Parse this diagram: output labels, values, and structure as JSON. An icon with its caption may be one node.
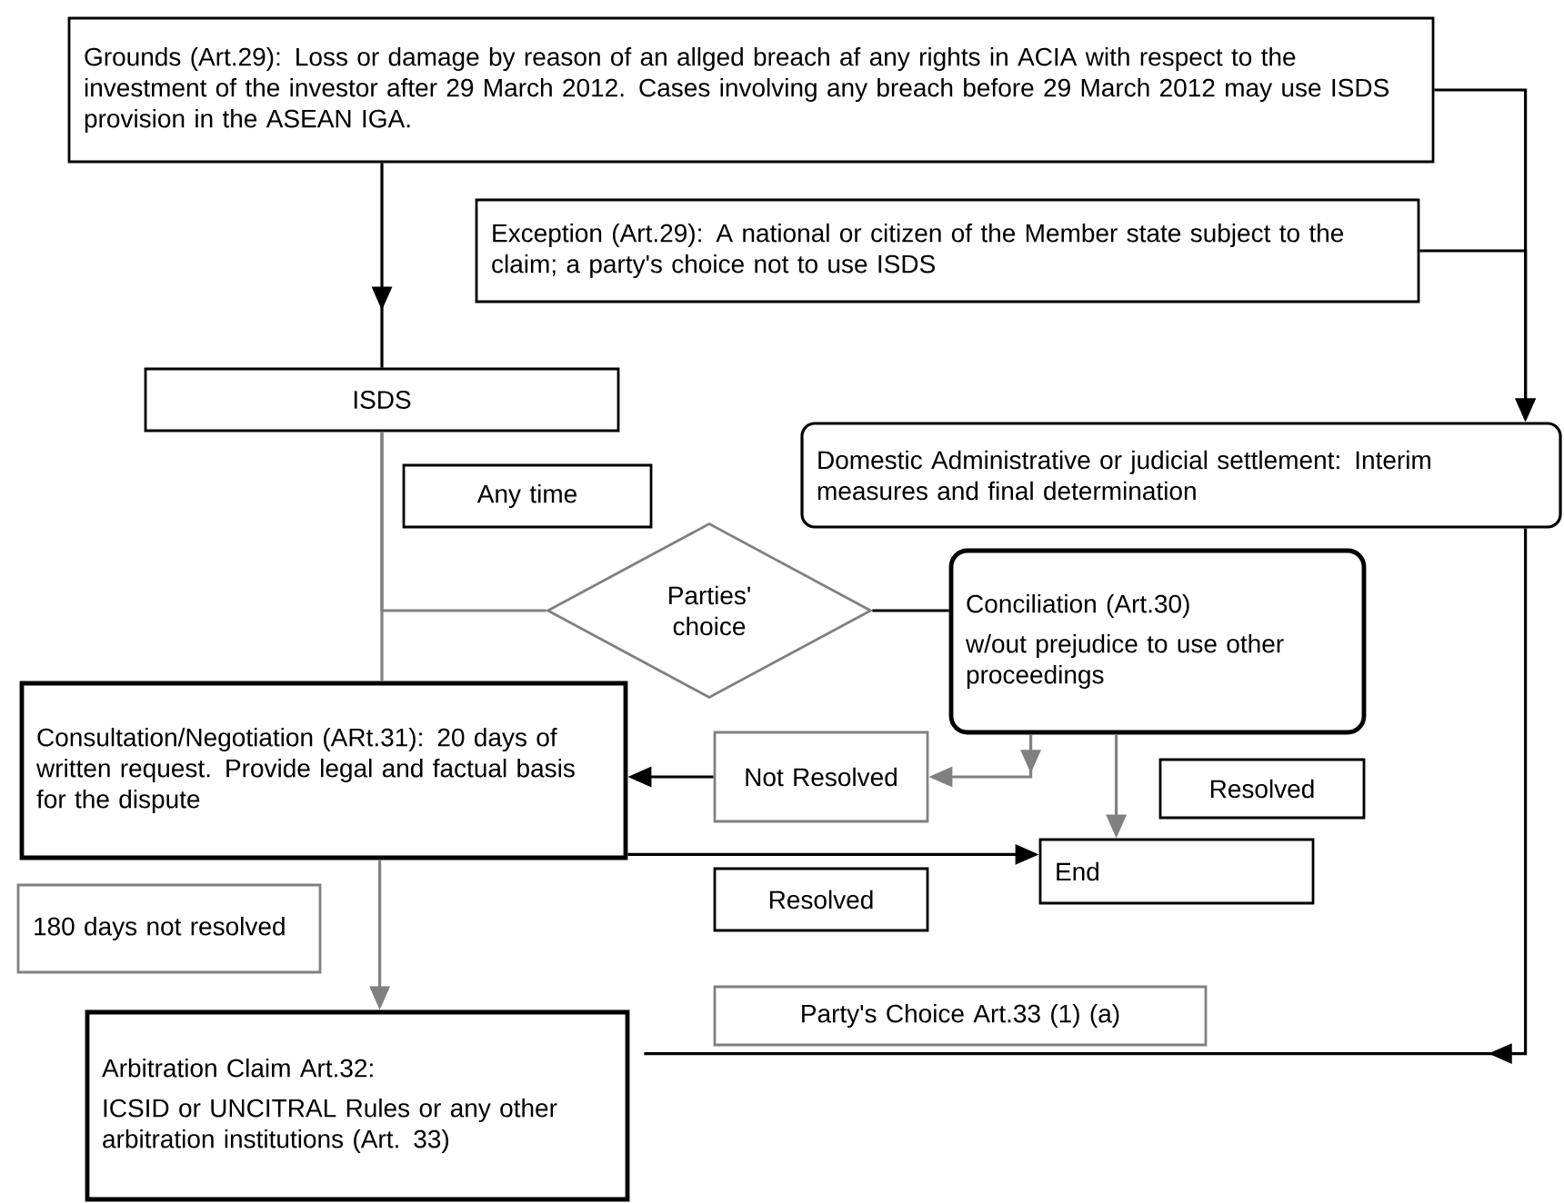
{
  "diagram": {
    "nodes": [
      {
        "text": [
          "Grounds (Art.29): Loss or damage by reason of an allged breach af any rights in ACIA with respect to the investment of the investor after 29 March 2012. Cases involving any breach before 29 March 2012 may use ISDS provision in the ASEAN IGA."
        ]
      },
      {
        "text": [
          "Exception (Art.29): A national or citizen of the Member state subject to the claim; a party's choice not to use ISDS"
        ]
      },
      {
        "text": [
          "ISDS"
        ]
      },
      {
        "text": [
          "Any time"
        ]
      },
      {
        "text": [
          "Parties' choice"
        ]
      },
      {
        "text": [
          "Domestic Administrative or judicial settlement: Interim measures and final determination"
        ]
      },
      {
        "text": [
          "Conciliation (Art.30)",
          "w/out prejudice to use other proceedings"
        ]
      },
      {
        "text": [
          "Consultation/Negotiation (ARt.31): 20 days of written request. Provide legal and factual basis for the dispute"
        ]
      },
      {
        "text": [
          "Not Resolved"
        ]
      },
      {
        "text": [
          "Resolved"
        ]
      },
      {
        "text": [
          "End"
        ]
      },
      {
        "text": [
          "Resolved"
        ]
      },
      {
        "text": [
          "180 days not resolved"
        ]
      },
      {
        "text": [
          "Party's Choice Art.33 (1) (a)"
        ]
      },
      {
        "text": [
          "Arbitration Claim Art.32:",
          "ICSID or UNCITRAL Rules or any other arbitration institutions (Art. 33)"
        ]
      }
    ],
    "edges": [
      {
        "from": 0,
        "to": 2,
        "arrow": "to"
      },
      {
        "from": 0,
        "to": 5,
        "arrow": "to"
      },
      {
        "from": 1,
        "to": 5,
        "arrow": "to"
      },
      {
        "from": 2,
        "to": 7,
        "arrow": "none",
        "color": "#808080"
      },
      {
        "from": 2,
        "to": 4,
        "arrow": "none",
        "color": "#808080"
      },
      {
        "from": 4,
        "to": 6,
        "arrow": "none"
      },
      {
        "from": 6,
        "to": 8,
        "arrow": "to",
        "color": "#808080"
      },
      {
        "from": 8,
        "to": 7,
        "arrow": "to"
      },
      {
        "from": 6,
        "to": 10,
        "arrow": "to",
        "color": "#808080"
      },
      {
        "from": 7,
        "to": 10,
        "arrow": "to"
      },
      {
        "from": 7,
        "to": 14,
        "arrow": "to",
        "color": "#808080"
      },
      {
        "from": 5,
        "to": 14,
        "arrow": "to"
      }
    ]
  }
}
